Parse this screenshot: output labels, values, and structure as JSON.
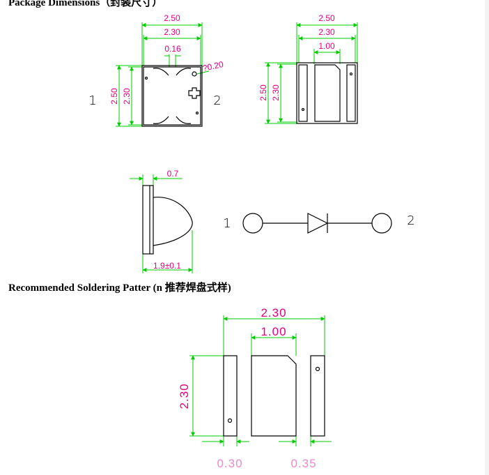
{
  "headings": {
    "package": "Package Dimensions（封装尺寸）",
    "soldering": "Recommended Soldering Patter (n 推荐焊盘式样)"
  },
  "colors": {
    "dimension_line": "#00cc00",
    "dimension_text": "#e0007f",
    "outline": "#000000"
  },
  "top_view": {
    "width": "2.50",
    "inner_width": "2.30",
    "gap": "0.16",
    "hole": "?0.20",
    "height": "2.50",
    "inner_height": "2.30",
    "pin1": "1",
    "pin2": "2"
  },
  "bottom_view": {
    "width": "2.50",
    "inner_width": "2.30",
    "pad": "1.00",
    "height": "2.50",
    "inner_height": "2.30"
  },
  "side_view": {
    "base": "0.7",
    "height": "1.9±0.1"
  },
  "symbol": {
    "pin1": "1",
    "pin2": "2"
  },
  "soldering_pattern": {
    "total_width": "2.30",
    "center_pad": "1.00",
    "height": "2.30",
    "side_pad": "0.30",
    "gap": "0.35"
  }
}
